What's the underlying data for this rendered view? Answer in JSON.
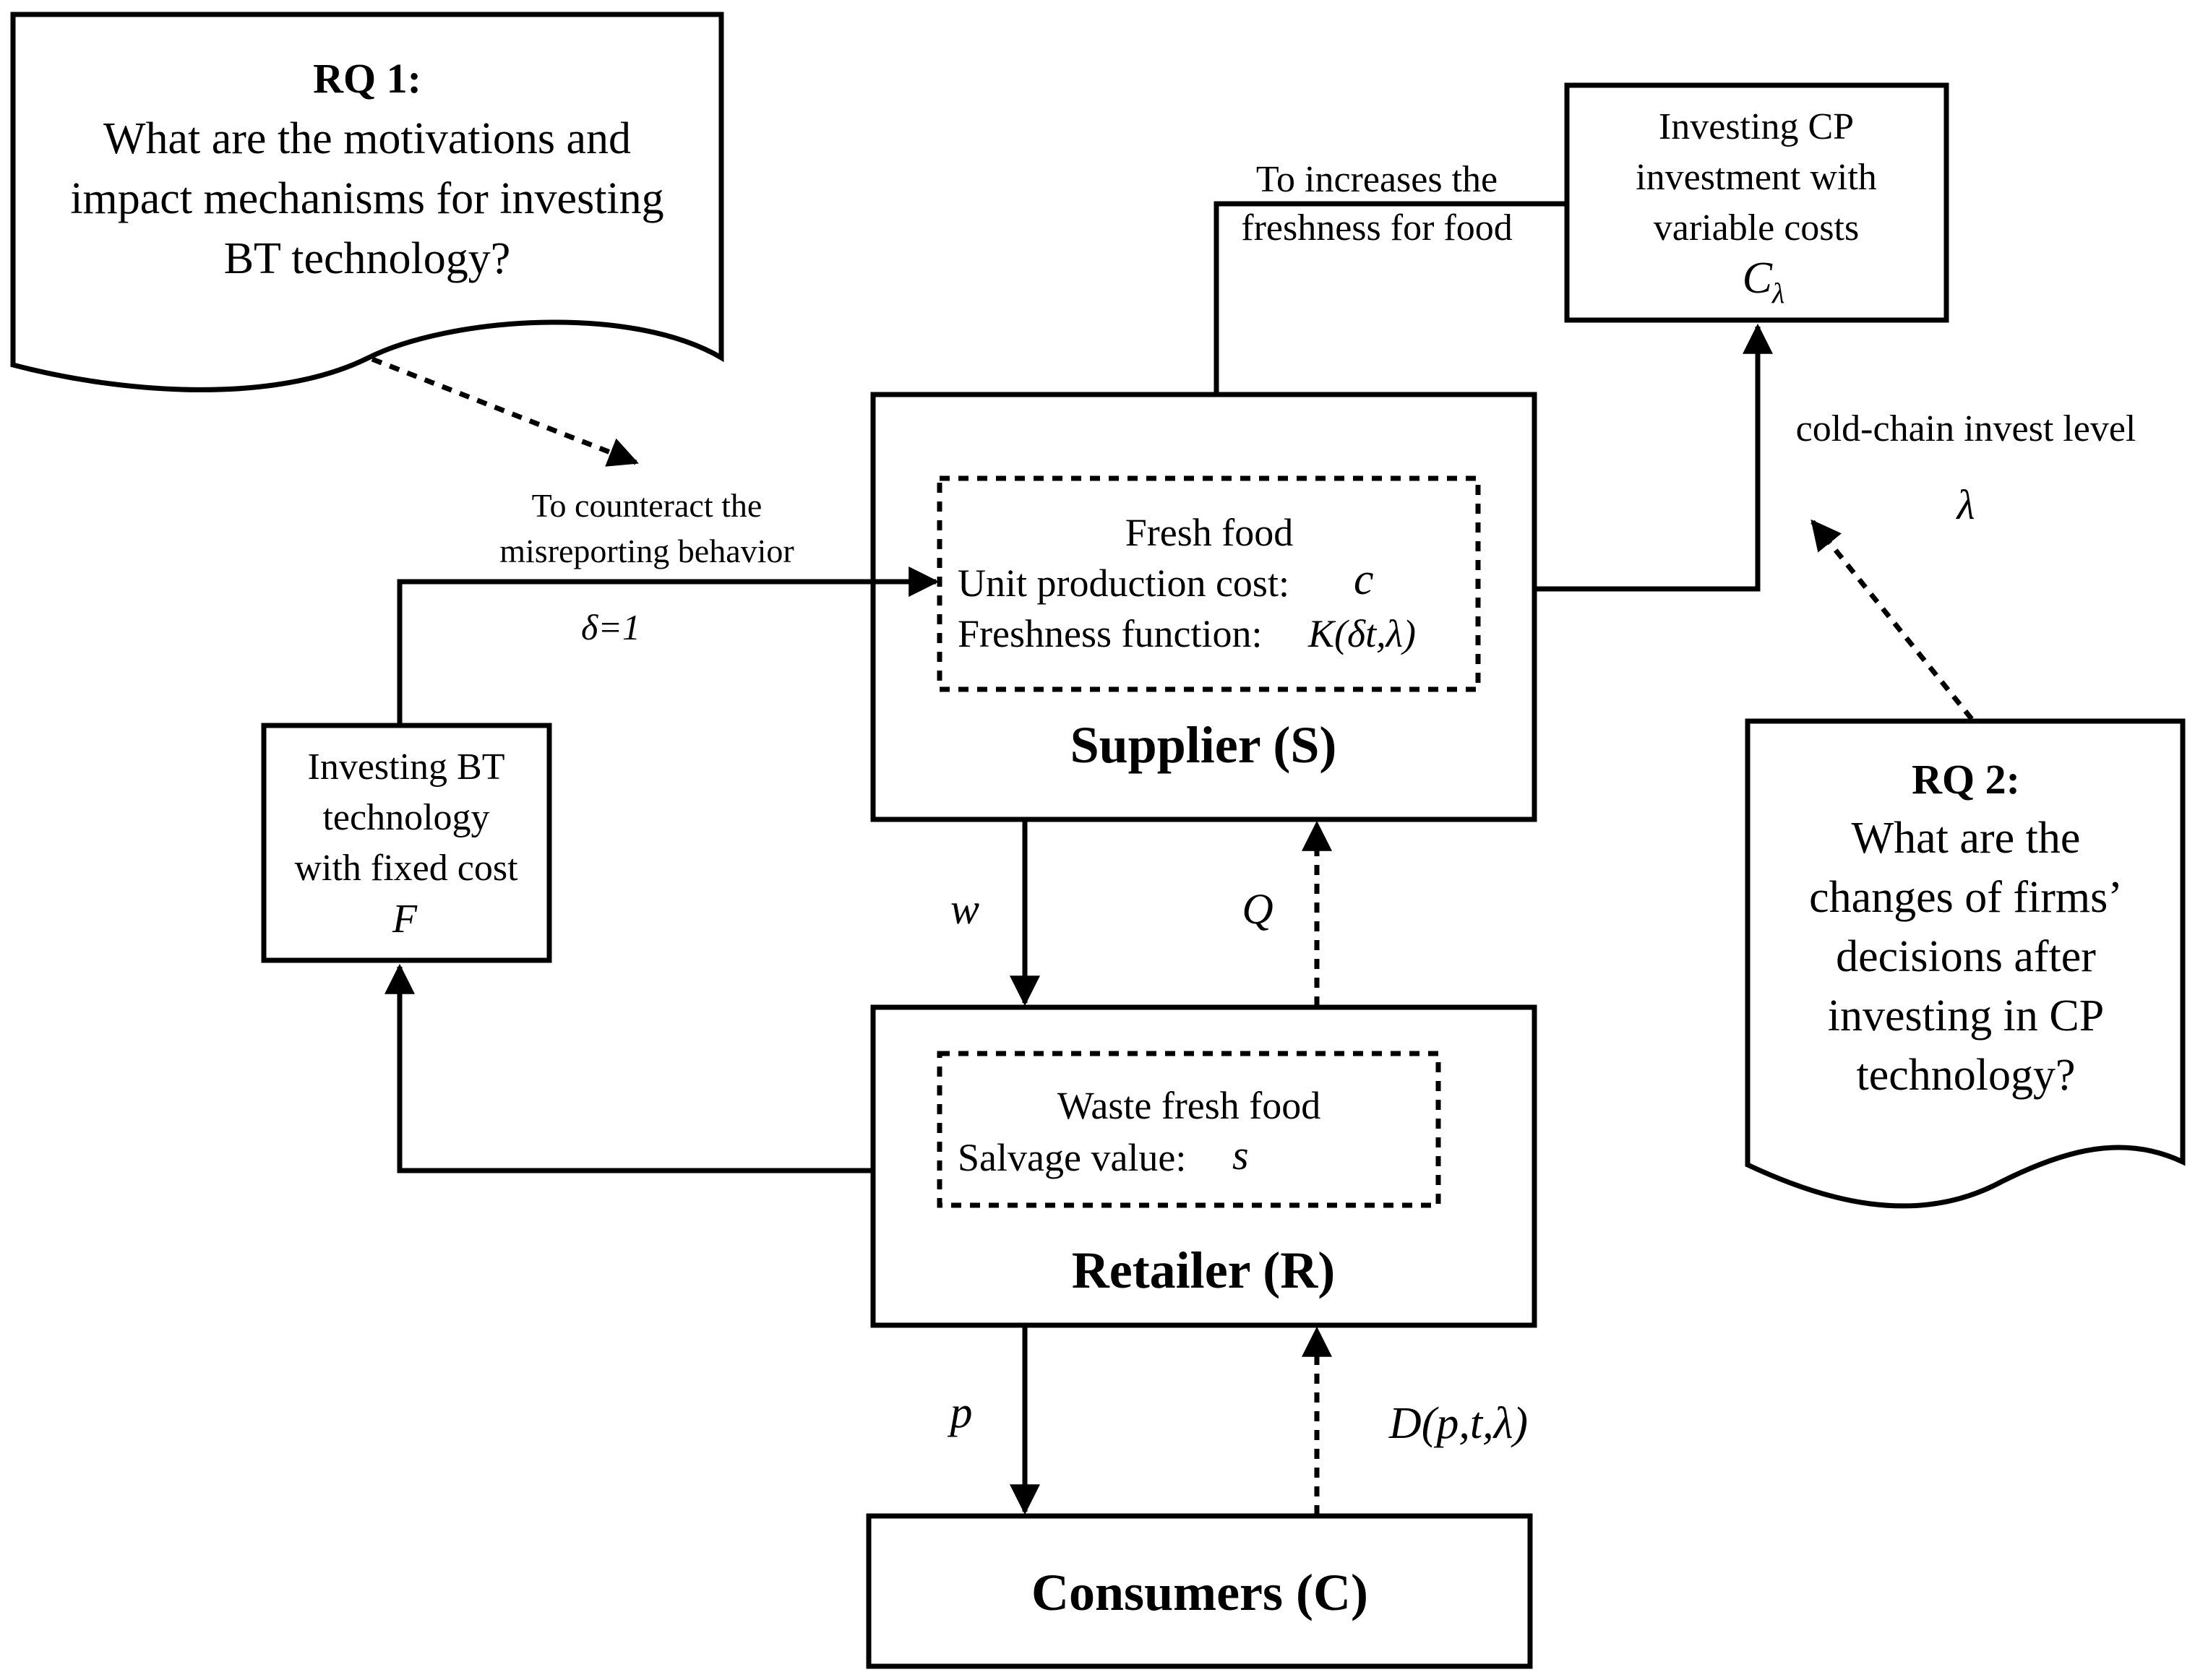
{
  "rq1": {
    "title": "RQ 1:",
    "lines": [
      "What are the motivations and",
      "impact mechanisms for investing",
      "BT technology?"
    ]
  },
  "rq2": {
    "title": "RQ 2:",
    "lines": [
      "What are the",
      "changes of firms’",
      "decisions after",
      "investing in CP",
      "technology?"
    ]
  },
  "cp_box": {
    "lines": [
      "Investing CP",
      "investment with",
      "variable costs"
    ],
    "symbol": "C",
    "symbol_sub": "λ"
  },
  "bt_box": {
    "lines": [
      "Investing BT",
      "technology",
      "with fixed cost"
    ],
    "symbol": "F"
  },
  "supplier": {
    "label": "Supplier (S)",
    "inner_title": "Fresh food",
    "cost_label": "Unit production cost:",
    "cost_symbol": "c",
    "freshness_label": "Freshness function:",
    "freshness_symbol": "K(δt,λ)"
  },
  "retailer": {
    "label": "Retailer (R)",
    "inner_title": "Waste fresh food",
    "salvage_label": "Salvage value:",
    "salvage_symbol": "s"
  },
  "consumers": {
    "label": "Consumers (C)"
  },
  "edges": {
    "freshness_note": [
      "To increases the",
      "freshness for food"
    ],
    "counteract_note": [
      "To counteract the",
      "misreporting behavior"
    ],
    "delta": "δ=1",
    "cold_chain": "cold-chain invest level",
    "lambda": "λ",
    "w": "w",
    "Q": "Q",
    "p": "p",
    "demand": "D(p,t,λ)"
  }
}
